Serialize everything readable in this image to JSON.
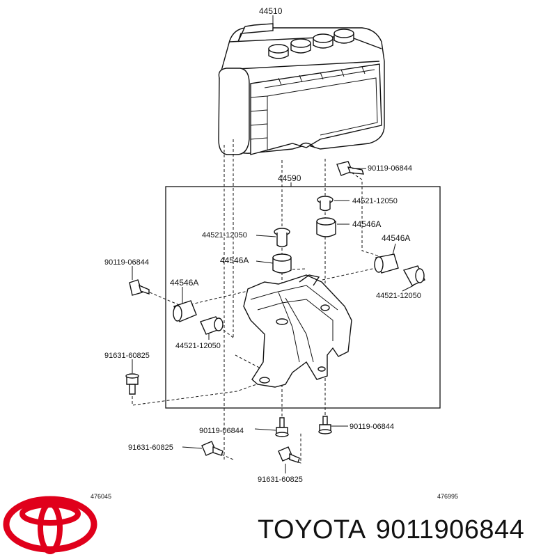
{
  "diagram": {
    "labels": {
      "abs_unit": "44510",
      "bracket": "44590",
      "bolt_top_right": "90119-06844",
      "collar_top": "44521-12050",
      "cushion_top": "44546A",
      "collar_center": "44521-12050",
      "cushion_center": "44546A",
      "cushion_right": "44546A",
      "collar_right": "44521-12050",
      "bolt_left": "90119-06844",
      "cushion_left": "44546A",
      "collar_left": "44521-12050",
      "bolt_flange_left": "91631-60825",
      "bolt_bottom_center": "90119-06844",
      "bolt_bottom_right": "90119-06844",
      "bolt_flange_bottom_left": "91631-60825",
      "bolt_flange_bottom_center": "91631-60825",
      "ref_left": "476045",
      "ref_right": "476995"
    }
  },
  "brand": {
    "name": "TOYOTA",
    "part_number": "9011906844",
    "logo_color": "#e0001b"
  }
}
